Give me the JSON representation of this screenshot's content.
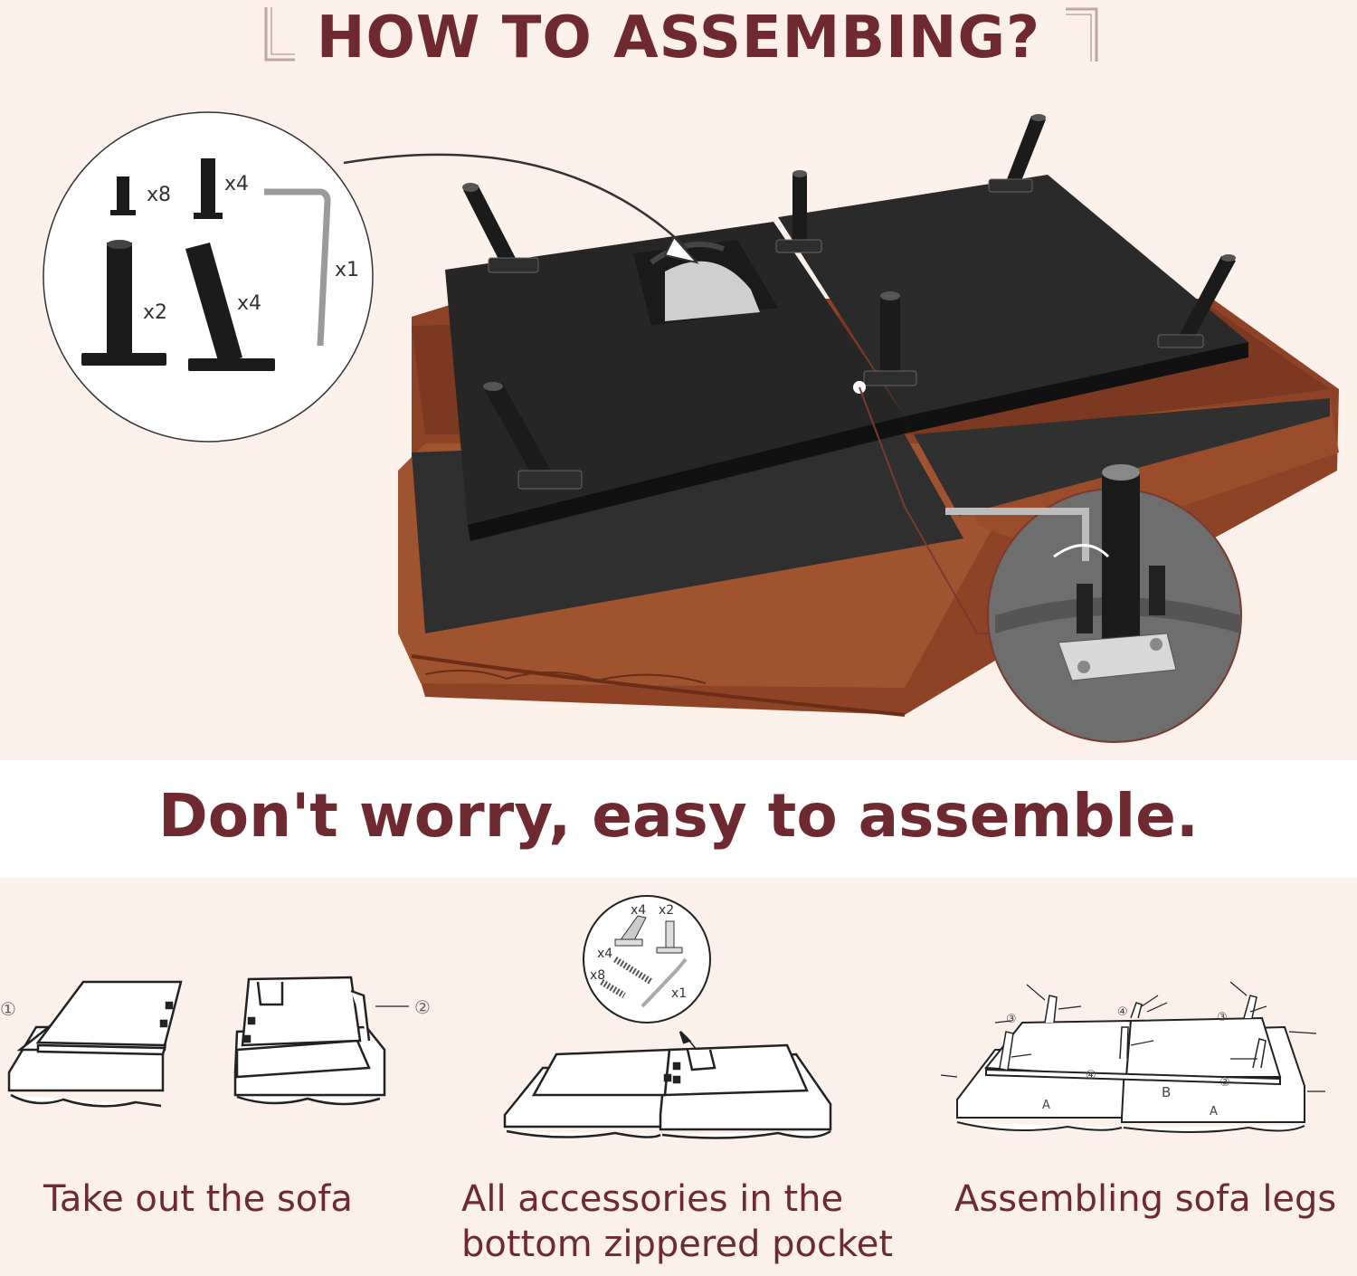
{
  "header": {
    "title": "HOW TO ASSEMBING?"
  },
  "parts_callout": {
    "counts": [
      "x8",
      "x4",
      "x2",
      "x4",
      "x1"
    ]
  },
  "subtitle": "Don't worry, easy to assemble.",
  "steps": [
    {
      "number": "①",
      "label_lines": [
        "Take out the sofa"
      ]
    },
    {
      "number": "②",
      "label_lines": []
    },
    {
      "number": "",
      "label_lines": [
        "All accessories in the",
        "bottom zippered pocket"
      ],
      "mini_counts": [
        "x4",
        "x2",
        "x4",
        "x8",
        "x1"
      ]
    },
    {
      "number": "",
      "label_lines": [
        "Assembling sofa legs"
      ],
      "diagram_marks": [
        "③",
        "④",
        "③",
        "④",
        "③",
        "A",
        "B",
        "A"
      ]
    }
  ],
  "colors": {
    "accent": "#6e2a30",
    "background": "#fbf1ea",
    "cushion": "#a0532f",
    "board": "#2b2b2b"
  }
}
